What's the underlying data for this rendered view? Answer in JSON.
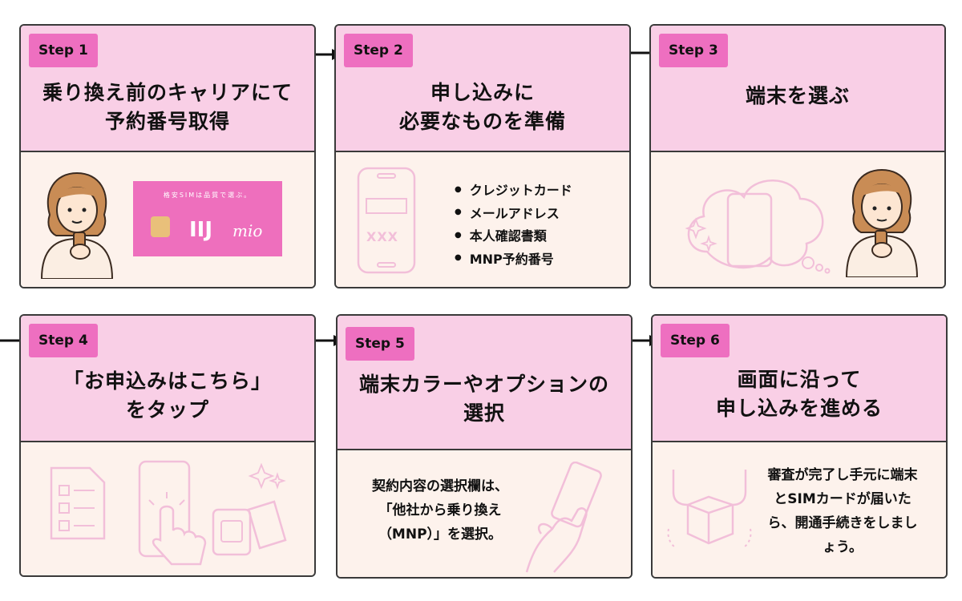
{
  "steps": [
    {
      "badge": "Step 1",
      "title": "乗り換え前のキャリアにて\n予約番号取得"
    },
    {
      "badge": "Step 2",
      "title": "申し込みに\n必要なものを準備"
    },
    {
      "badge": "Step 3",
      "title": "端末を選ぶ"
    },
    {
      "badge": "Step 4",
      "title": "「お申込みはこちら」\nをタップ"
    },
    {
      "badge": "Step 5",
      "title": "端末カラーやオプションの\n選択"
    },
    {
      "badge": "Step 6",
      "title": "画面に沿って\n申し込みを進める"
    }
  ],
  "sim": {
    "tagline": "格安SIMは品質で選ぶ。",
    "logo": "IIJ",
    "logo_sub": "mio"
  },
  "requirements": [
    "クレジットカード",
    "メールアドレス",
    "本人確認書類",
    "MNP予約番号"
  ],
  "phone_placeholder": "XXX",
  "step5_desc": "契約内容の選択欄は、\n「他社から乗り換え\n（MNP）」を選択。",
  "step6_desc": "審査が完了し手元に端末\nとSIMカードが届いた\nら、開通手続きをしまし\nょう。",
  "colors": {
    "header": "#f9cfe6",
    "badge": "#ee6fc0",
    "body": "#fdf2ec",
    "border": "#3a3a3a",
    "sim": "#ee6fbd"
  }
}
